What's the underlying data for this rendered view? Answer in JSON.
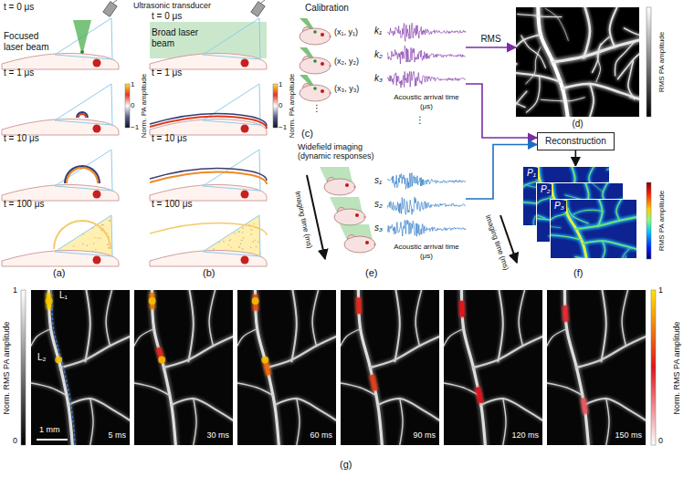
{
  "diagram": {
    "nodes": [
      {
        "text": [
          "k₁",
          "k₂",
          "k₃",
          "Acoustic arrival time (μs)"
        ]
      },
      {
        "text": [
          "(d)"
        ]
      },
      {
        "text": [
          "Reconstruction"
        ]
      },
      {
        "text": [
          "s₁",
          "s₂",
          "s₃",
          "Acoustic arrival time (μs)"
        ]
      },
      {
        "text": [
          "P₁",
          "P₂",
          "P₃"
        ]
      }
    ],
    "edges": [
      {
        "from": 0,
        "to": 1,
        "label": "RMS",
        "arrow": "to"
      },
      {
        "from": 0,
        "to": 2,
        "arrow": "to"
      },
      {
        "from": 3,
        "to": 2,
        "arrow": "to"
      },
      {
        "from": 2,
        "to": 4,
        "arrow": "to"
      }
    ],
    "labels": [
      "t = 0 μs",
      "Ultrasonic transducer",
      "Focused laser beam",
      "1",
      "0",
      "−1",
      "Norm. PA amplitude",
      "t = 1 μs",
      "t = 10 μs",
      "t = 100 μs",
      "(a)",
      "t = 0 μs",
      "Broad laser beam",
      "1",
      "0",
      "−1",
      "Norm. PA amplitude",
      "t = 1 μs",
      "t = 10 μs",
      "t = 100 μs",
      "(b)",
      "Calibration",
      "(x₁, y₁)",
      "(x₂, y₂)",
      "(x₃, y₃)",
      "⋮",
      "⋮",
      "(c)",
      "RMS PA amplitude",
      "Widefield imaging (dynamic responses)",
      "Imaging time (ms)",
      "(e)",
      "Imaging time (ms)",
      "RMS PA amplitude",
      "(f)",
      "Norm. RMS PA amplitude",
      "1",
      "0",
      "L₁",
      "L₂",
      "1 mm",
      "5 ms",
      "30 ms",
      "60 ms",
      "90 ms",
      "120 ms",
      "150 ms",
      "1",
      "0",
      "Norm. RMS PA amplitude",
      "(g)"
    ]
  }
}
